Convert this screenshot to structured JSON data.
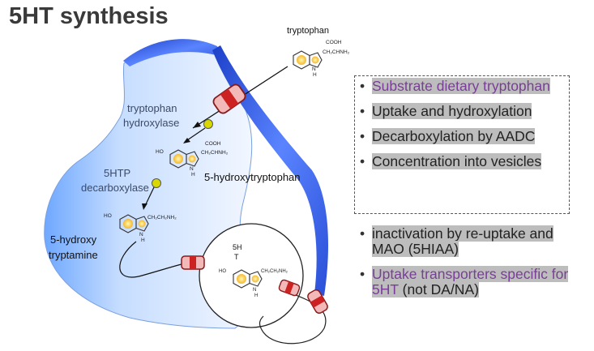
{
  "title": "5HT synthesis",
  "labels": {
    "tryptophan": "tryptophan",
    "tryptophan_hydroxylase_1": "tryptophan",
    "tryptophan_hydroxylase_2": "hydroxylase",
    "htp_decarboxylase_1": "5HTP",
    "htp_decarboxylase_2": "decarboxylase",
    "hydroxytryptophan": "5-hydroxytryptophan",
    "hydroxy_tryptamine_1": "5-hydroxy",
    "hydroxy_tryptamine_2": "tryptamine",
    "vesicle_5ht_1": "5H",
    "vesicle_5ht_2": "T"
  },
  "chem": {
    "cooh": "COOH",
    "ch2chnh2": "CH₂CHNH₂",
    "ch2ch2nh2": "CH₂CH₂NH₂",
    "ho": "HO",
    "n": "N",
    "h": "H"
  },
  "bullets_box": [
    {
      "text": "Substrate dietary tryptophan",
      "color": "#7a3d98"
    },
    {
      "text": "Uptake and hydroxylation",
      "color": "#222222"
    },
    {
      "text": "Decarboxylation by AADC",
      "color": "#222222"
    },
    {
      "text": "Concentration into vesicles",
      "color": "#222222"
    }
  ],
  "bullets_below": {
    "item1": "inactivation by re-uptake and MAO (5HIAA)",
    "item2_part1": "Uptake transporters specific for 5HT",
    "item2_part2": " (not DA/NA)"
  },
  "colors": {
    "membrane_blue": "#3f67dd",
    "cytoplasm_light": "#eaf3ff",
    "transporter_red": "#cc2222",
    "enzyme_yellow": "#d8d800",
    "ring_yellow": "#ffd640"
  }
}
